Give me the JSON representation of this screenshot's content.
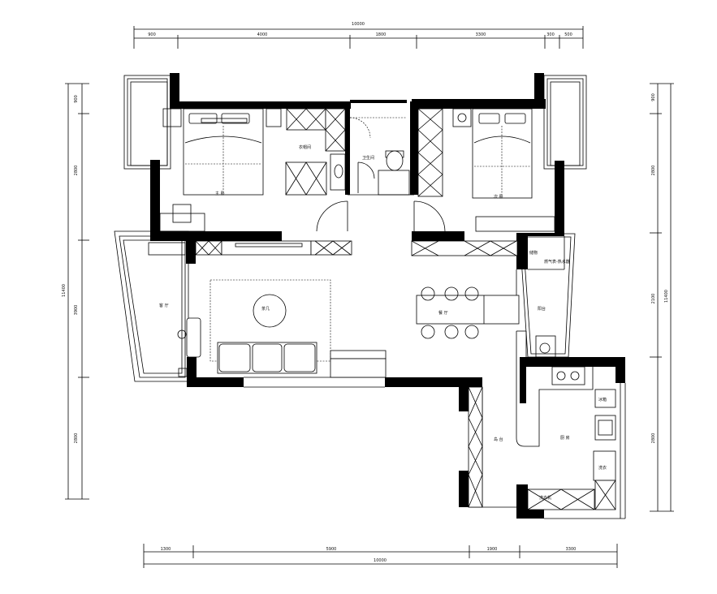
{
  "dimensions": {
    "top_total": "10000",
    "top_segments": [
      "900",
      "4000",
      "1800",
      "3300",
      "300",
      "500"
    ],
    "bottom_segments": [
      "1300",
      "5900",
      "1900",
      "3300"
    ],
    "bottom_total": "10000",
    "left_segments": [
      "900",
      "2800",
      "3900",
      "2800"
    ],
    "left_total": "11400",
    "right_segments": [
      "900",
      "2800",
      "2100",
      "2800"
    ],
    "right_total": "11400"
  },
  "rooms": {
    "master_bedroom": "主 卧",
    "walk_in_closet": "衣帽间",
    "bathroom": "卫生间",
    "second_bedroom": "次 卧",
    "living_room": "客 厅",
    "coffee_table": "茶几",
    "dining": "餐 厅",
    "balcony_right": "阳台",
    "kitchen": "厨 房",
    "island": "岛 台",
    "fridge": "冰箱",
    "wash_area": "洗衣",
    "laundry": "洗衣机",
    "utility_note": "燃气表-热水器",
    "storage": "储物"
  }
}
